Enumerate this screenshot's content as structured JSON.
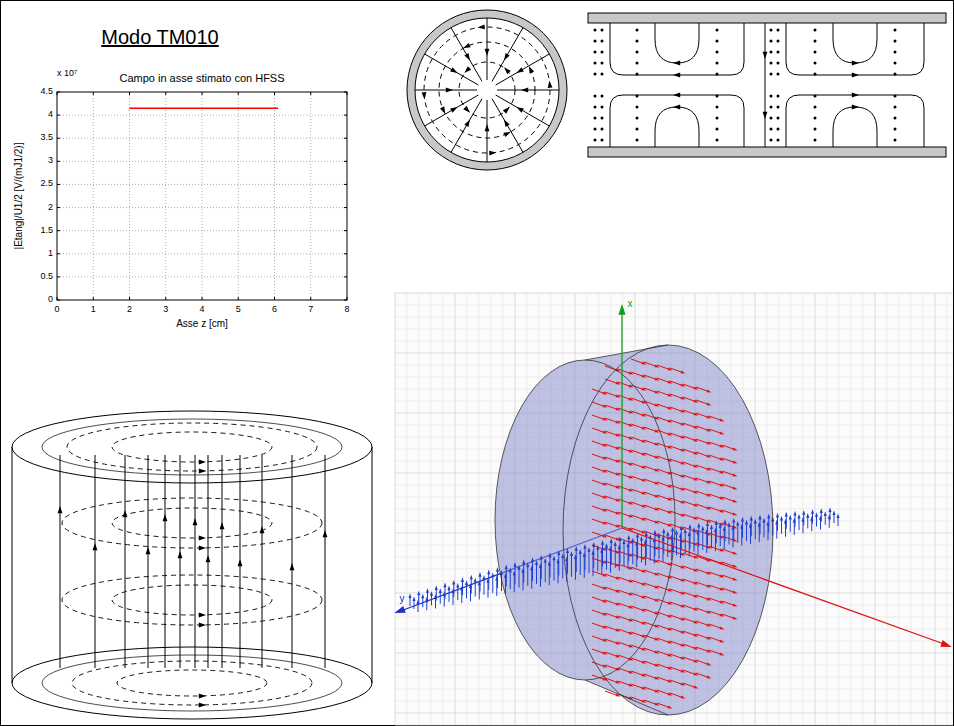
{
  "diagram": {
    "title": "Modo TM010",
    "labels": [
      "Campo in asse stimato con HFSS",
      "x 10⁷",
      "|Etang|/U1/2 [V/(mJ1/2)]",
      "0",
      "0.5",
      "1",
      "1.5",
      "2",
      "2.5",
      "3",
      "3.5",
      "4",
      "4.5",
      "0",
      "1",
      "2",
      "3",
      "4",
      "5",
      "6",
      "7",
      "8",
      "Asse z [cm]",
      "x",
      "y"
    ]
  }
}
